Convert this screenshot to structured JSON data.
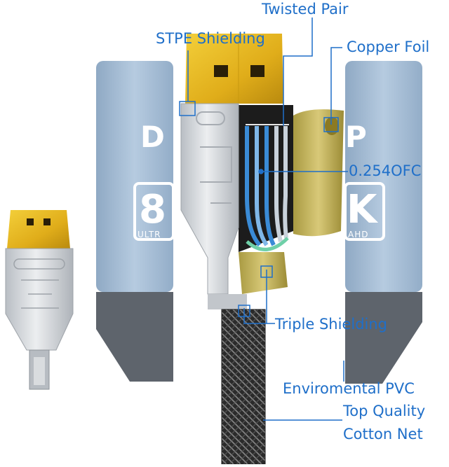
{
  "labels": {
    "twisted_pair": "Twisted Pair",
    "stpe_shielding": "STPE Shielding",
    "copper_foil": "Copper Foil",
    "ofc": "0.254OFC",
    "triple_shielding": "Triple Shielding",
    "pvc_line1": "Enviromental PVC",
    "pvc_line2": "Top Quality",
    "pvc_line3": "Cotton Net"
  },
  "panel_left": {
    "logo_text": "D",
    "big_text": "8",
    "small_text": "ULTR"
  },
  "panel_right": {
    "logo_text": "P",
    "big_text": "K",
    "small_text": "AHD"
  },
  "colors": {
    "label_blue": "#1f6fc9",
    "panel_silver": "#a7bed6",
    "panel_dark": "#5a6068",
    "connector_gold": "#e0b21e",
    "sleeve_silver": "#d8dbde",
    "cable_black": "#2a2a2a"
  },
  "icons": [
    "displayport-connector-icon",
    "braided-cable-icon"
  ]
}
